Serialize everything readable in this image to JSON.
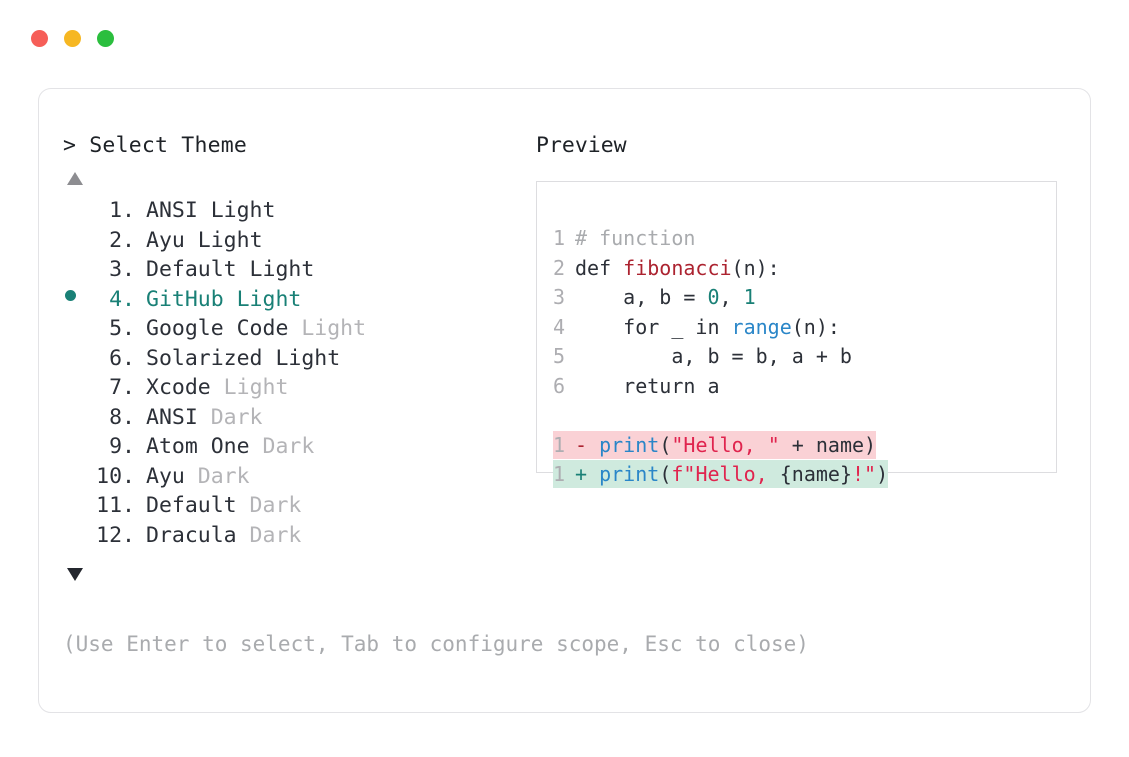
{
  "window": {
    "dots": [
      {
        "name": "close-dot",
        "color": "#f65e58"
      },
      {
        "name": "minimize-dot",
        "color": "#f6b722"
      },
      {
        "name": "maximize-dot",
        "color": "#2bbe3e"
      }
    ]
  },
  "left_panel": {
    "prompt": "> Select Theme",
    "scroll_up_icon": "triangle-up-icon",
    "scroll_down_icon": "triangle-down-icon",
    "selected_index": 4,
    "selection_bullet": "●",
    "accent_color": "#198076",
    "items": [
      {
        "index": "1.",
        "name": "ANSI",
        "suffix": "Light",
        "suffix_dim": false,
        "selected": false
      },
      {
        "index": "2.",
        "name": "Ayu",
        "suffix": "Light",
        "suffix_dim": false,
        "selected": false
      },
      {
        "index": "3.",
        "name": "Default",
        "suffix": "Light",
        "suffix_dim": false,
        "selected": false
      },
      {
        "index": "4.",
        "name": "GitHub",
        "suffix": "Light",
        "suffix_dim": false,
        "selected": true
      },
      {
        "index": "5.",
        "name": "Google Code",
        "suffix": "Light",
        "suffix_dim": true,
        "selected": false
      },
      {
        "index": "6.",
        "name": "Solarized",
        "suffix": "Light",
        "suffix_dim": false,
        "selected": false
      },
      {
        "index": "7.",
        "name": "Xcode",
        "suffix": "Light",
        "suffix_dim": true,
        "selected": false
      },
      {
        "index": "8.",
        "name": "ANSI",
        "suffix": "Dark",
        "suffix_dim": true,
        "selected": false
      },
      {
        "index": "9.",
        "name": "Atom One",
        "suffix": "Dark",
        "suffix_dim": true,
        "selected": false
      },
      {
        "index": "10.",
        "name": "Ayu",
        "suffix": "Dark",
        "suffix_dim": true,
        "selected": false
      },
      {
        "index": "11.",
        "name": "Default",
        "suffix": "Dark",
        "suffix_dim": true,
        "selected": false
      },
      {
        "index": "12.",
        "name": "Dracula",
        "suffix": "Dark",
        "suffix_dim": true,
        "selected": false
      }
    ]
  },
  "right_panel": {
    "label": "Preview",
    "code_lines": [
      {
        "n": "1",
        "tokens": [
          {
            "t": "# function",
            "c": "comment"
          }
        ]
      },
      {
        "n": "2",
        "tokens": [
          {
            "t": "def ",
            "c": "kw"
          },
          {
            "t": "fibonacci",
            "c": "fname"
          },
          {
            "t": "(n):",
            "c": "kw"
          }
        ]
      },
      {
        "n": "3",
        "tokens": [
          {
            "t": "    a, b = ",
            "c": "kw"
          },
          {
            "t": "0",
            "c": "num"
          },
          {
            "t": ", ",
            "c": "kw"
          },
          {
            "t": "1",
            "c": "num"
          }
        ]
      },
      {
        "n": "4",
        "tokens": [
          {
            "t": "    for _ in ",
            "c": "kw"
          },
          {
            "t": "range",
            "c": "builtin"
          },
          {
            "t": "(n):",
            "c": "kw"
          }
        ]
      },
      {
        "n": "5",
        "tokens": [
          {
            "t": "        a, b = b, a + b",
            "c": "kw"
          }
        ]
      },
      {
        "n": "6",
        "tokens": [
          {
            "t": "    return a",
            "c": "kw"
          }
        ]
      }
    ],
    "diff_lines": [
      {
        "n": "1",
        "type": "del",
        "sign": "-",
        "bg": "#fad1d5",
        "tokens": [
          {
            "t": "print",
            "c": "fn"
          },
          {
            "t": "(",
            "c": "kw"
          },
          {
            "t": "\"Hello, \"",
            "c": "str"
          },
          {
            "t": " + name)",
            "c": "kw"
          }
        ]
      },
      {
        "n": "1",
        "type": "add",
        "sign": "+",
        "bg": "#cfeade",
        "tokens": [
          {
            "t": "print",
            "c": "fn"
          },
          {
            "t": "(",
            "c": "kw"
          },
          {
            "t": "f\"Hello, ",
            "c": "str"
          },
          {
            "t": "{name}",
            "c": "kw"
          },
          {
            "t": "!\"",
            "c": "str"
          },
          {
            "t": ")",
            "c": "kw"
          }
        ]
      }
    ]
  },
  "footer": {
    "hint": "(Use Enter to select, Tab to configure scope, Esc to close)"
  }
}
